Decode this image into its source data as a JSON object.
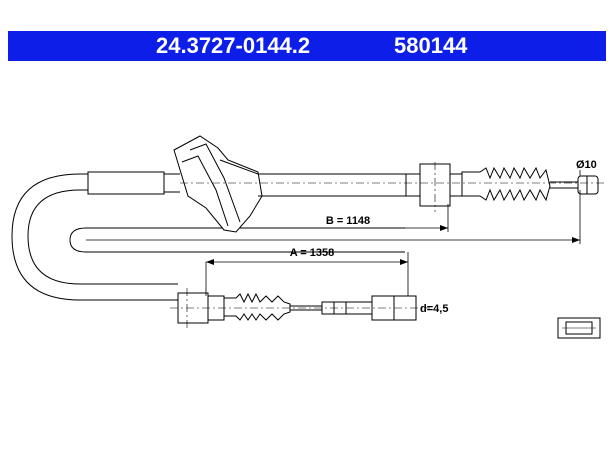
{
  "header": {
    "part_number": "24.3727-0144.2",
    "reference": "580144",
    "background_color": "#0d1ee8",
    "text_color": "#ffffff"
  },
  "dimensions": {
    "length_a": "A = 1358",
    "length_b": "B = 1148",
    "diameter": "Ø10",
    "nipple": "d=4,5"
  },
  "icons": {
    "nipple_symbol": "cable-nipple-d-icon"
  }
}
